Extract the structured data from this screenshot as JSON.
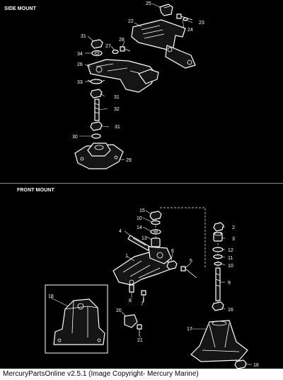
{
  "sections": {
    "side": {
      "title": "SIDE MOUNT"
    },
    "front": {
      "title": "FRONT MOUNT"
    }
  },
  "callouts": {
    "c25": "25",
    "c22": "22",
    "c23": "23",
    "c24": "24",
    "c31a": "31",
    "c28": "28",
    "c27": "27",
    "c34": "34",
    "c26": "26",
    "c33": "33",
    "c31b": "31",
    "c32": "32",
    "c31c": "31",
    "c30": "30",
    "c29": "29",
    "c15": "15",
    "c10a": "10",
    "c14": "14",
    "c4": "4",
    "c13": "13",
    "c1": "1",
    "c6": "6",
    "c5": "5",
    "c2": "2",
    "c3": "3",
    "c12": "12",
    "c11": "11",
    "c10b": "10",
    "c9": "9",
    "c18": "18",
    "c8": "8",
    "c7": "7",
    "c20": "20",
    "c16a": "16",
    "c17": "17",
    "c21": "21",
    "c16b": "16"
  },
  "footer": {
    "caption": "MercuryPartsOnline v2.5.1 (Image Copyright- Mercury Marine)"
  }
}
